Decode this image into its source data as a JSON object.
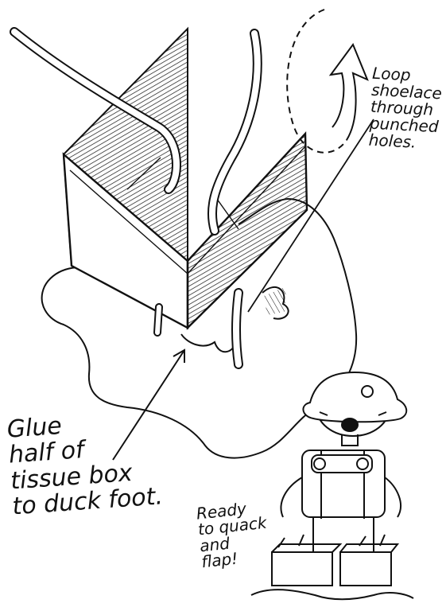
{
  "labels": {
    "loop": "Loop\nshoelace\nthrough\npunched\nholes.",
    "glue": "Glue\nhalf of\ntissue box\nto duck foot.",
    "ready": "Ready\nto quack\nand\nflap!"
  },
  "icons": {
    "arrow": "curved-up-arrow-icon",
    "character": "beaver-ranger-icon"
  },
  "colors": {
    "ink": "#111111",
    "paper": "#ffffff"
  }
}
